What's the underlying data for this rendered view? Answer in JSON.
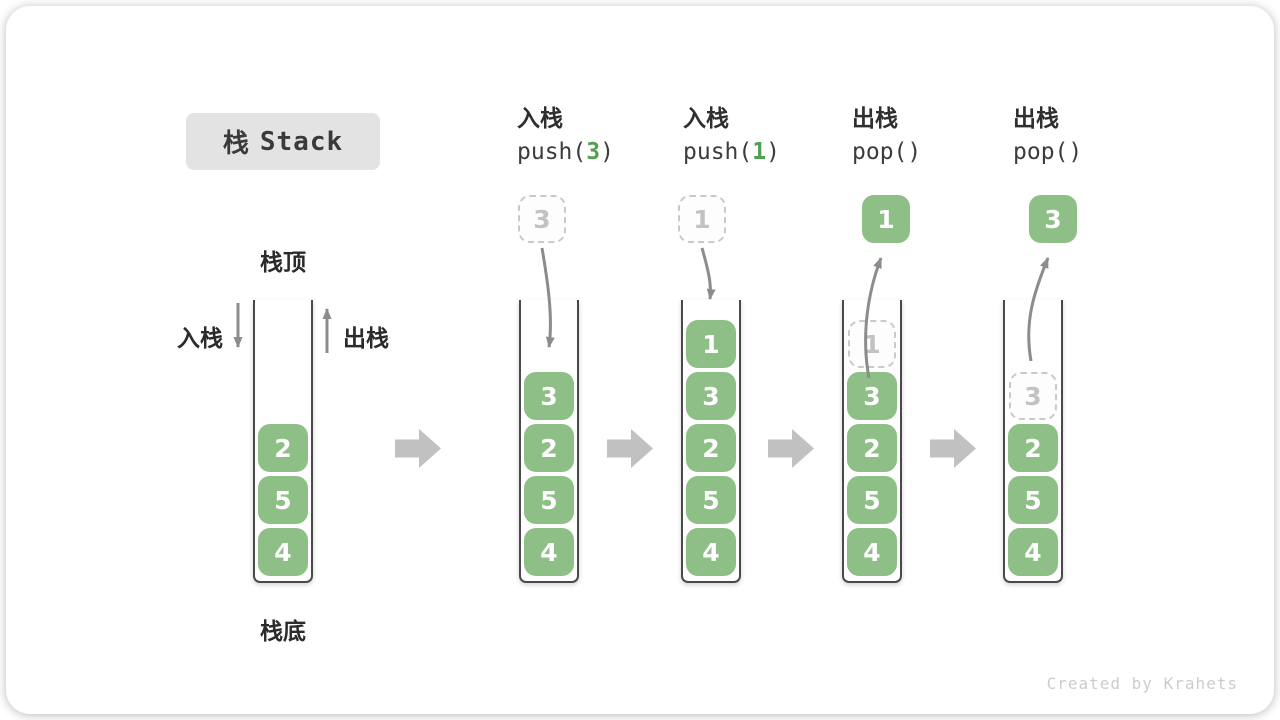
{
  "title": {
    "zh": "栈",
    "en": "Stack"
  },
  "side_labels": {
    "stack_top": "栈顶",
    "stack_bottom": "栈底",
    "push": "入栈",
    "pop": "出栈"
  },
  "watermark": "Created by Krahets",
  "colors": {
    "block_green": "#8dbf86",
    "code_arg_green": "#4fa14f",
    "arrow_gray": "#8c8c8c",
    "step_arrow_gray": "#c1c1c1",
    "title_box_bg": "#e3e3e3",
    "dashed_border": "#c9c9c9"
  },
  "steps": [
    {
      "name": "initial",
      "blocks": [
        {
          "v": "2",
          "t": "solid"
        },
        {
          "v": "5",
          "t": "solid"
        },
        {
          "v": "4",
          "t": "solid"
        }
      ]
    },
    {
      "name": "push-3",
      "header": {
        "zh": "入栈",
        "code_pre": "push(",
        "arg": "3",
        "code_post": ")"
      },
      "floating": {
        "v": "3",
        "t": "dashed"
      },
      "blocks": [
        {
          "v": "3",
          "t": "solid"
        },
        {
          "v": "2",
          "t": "solid"
        },
        {
          "v": "5",
          "t": "solid"
        },
        {
          "v": "4",
          "t": "solid"
        }
      ]
    },
    {
      "name": "push-1",
      "header": {
        "zh": "入栈",
        "code_pre": "push(",
        "arg": "1",
        "code_post": ")"
      },
      "floating": {
        "v": "1",
        "t": "dashed"
      },
      "blocks": [
        {
          "v": "1",
          "t": "solid"
        },
        {
          "v": "3",
          "t": "solid"
        },
        {
          "v": "2",
          "t": "solid"
        },
        {
          "v": "5",
          "t": "solid"
        },
        {
          "v": "4",
          "t": "solid"
        }
      ]
    },
    {
      "name": "pop-1",
      "header": {
        "zh": "出栈",
        "code_pre": "pop(",
        "arg": "",
        "code_post": ")"
      },
      "floating": {
        "v": "1",
        "t": "solid"
      },
      "blocks": [
        {
          "v": "1",
          "t": "dashed"
        },
        {
          "v": "3",
          "t": "solid"
        },
        {
          "v": "2",
          "t": "solid"
        },
        {
          "v": "5",
          "t": "solid"
        },
        {
          "v": "4",
          "t": "solid"
        }
      ]
    },
    {
      "name": "pop-2",
      "header": {
        "zh": "出栈",
        "code_pre": "pop(",
        "arg": "",
        "code_post": ")"
      },
      "floating": {
        "v": "3",
        "t": "solid"
      },
      "blocks": [
        {
          "v": "3",
          "t": "dashed"
        },
        {
          "v": "2",
          "t": "solid"
        },
        {
          "v": "5",
          "t": "solid"
        },
        {
          "v": "4",
          "t": "solid"
        }
      ]
    }
  ]
}
